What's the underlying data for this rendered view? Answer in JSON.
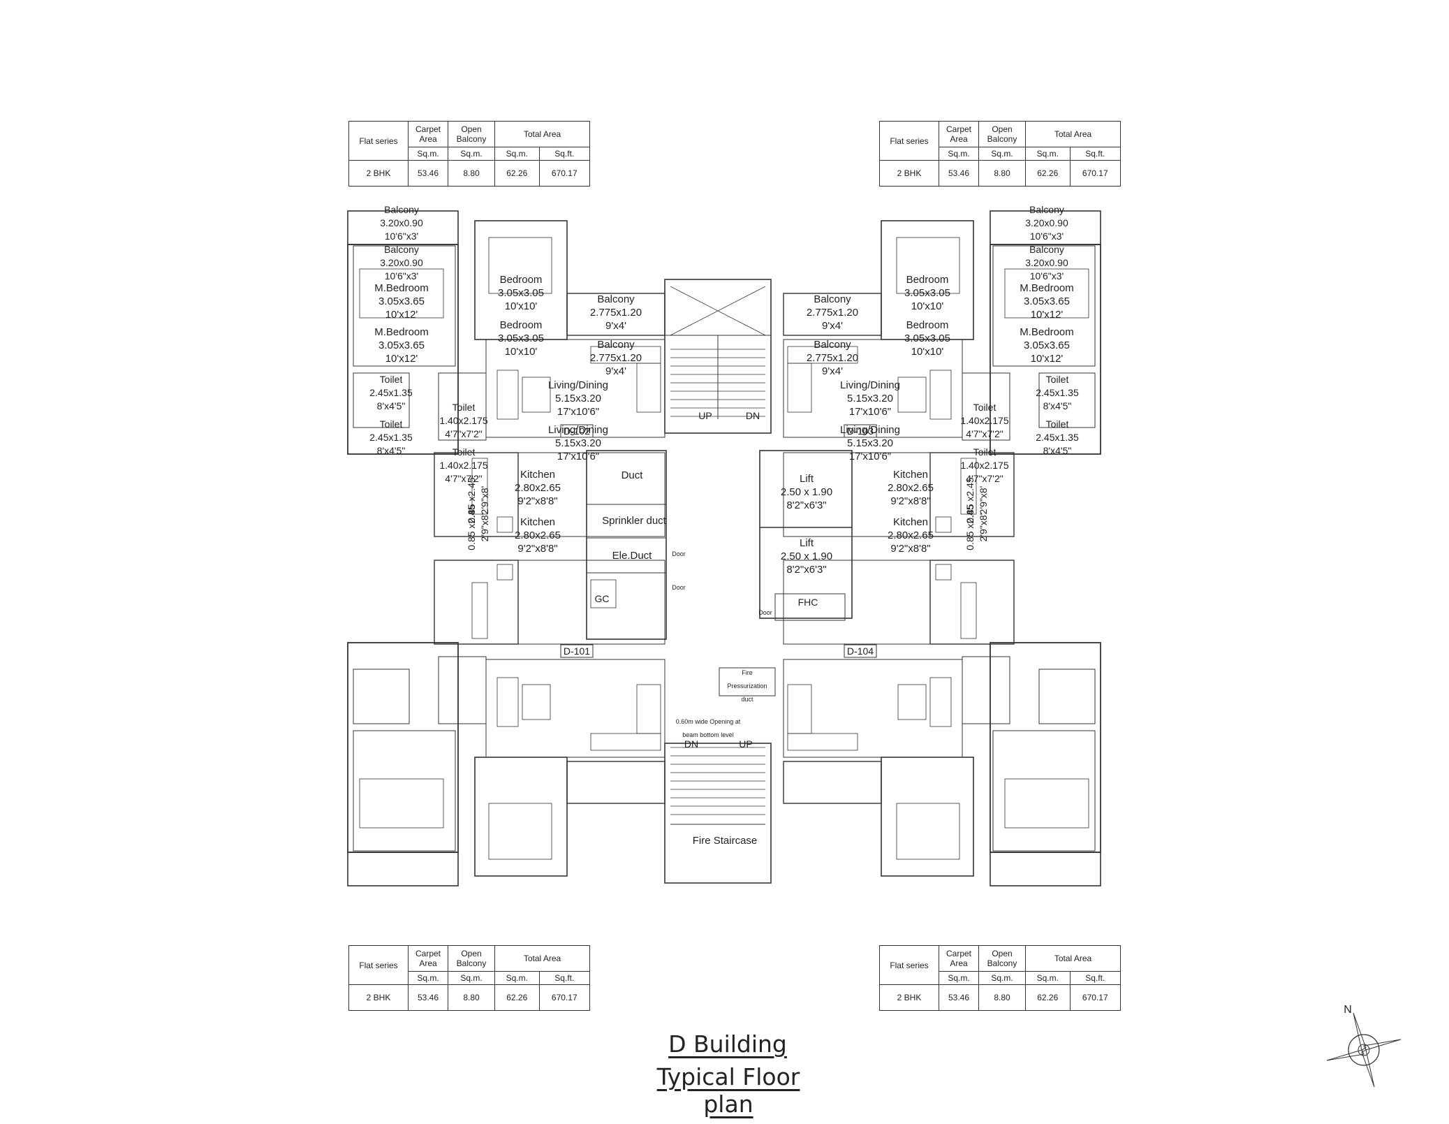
{
  "area_table": {
    "headers": {
      "flat_series": "Flat series",
      "carpet_area": "Carpet Area",
      "open_balcony": "Open Balcony",
      "total_area": "Total Area",
      "sqm": "Sq.m.",
      "sqft": "Sq.ft."
    },
    "row": {
      "type": "2 BHK",
      "carpet": "53.46",
      "balcony": "8.80",
      "total_sqm": "62.26",
      "total_sqft": "670.17"
    }
  },
  "title": {
    "line1": "D Building",
    "line2": "Typical Floor plan"
  },
  "compass": {
    "north": "N"
  },
  "flats": [
    {
      "id": "D-102",
      "corner": "top-left"
    },
    {
      "id": "D-103",
      "corner": "top-right"
    },
    {
      "id": "D-101",
      "corner": "bottom-left"
    },
    {
      "id": "D-104",
      "corner": "bottom-right"
    }
  ],
  "rooms": {
    "balcony_big": [
      "Balcony",
      "3.20x0.90",
      "10'6\"x3'"
    ],
    "master_bedroom": [
      "M.Bedroom",
      "3.05x3.65",
      "10'x12'"
    ],
    "bedroom": [
      "Bedroom",
      "3.05x3.05",
      "10'x10'"
    ],
    "balcony_small": [
      "Balcony",
      "2.775x1.20",
      "9'x4'"
    ],
    "living_dining": [
      "Living/Dining",
      "5.15x3.20",
      "17'x10'6\""
    ],
    "toilet_a": [
      "Toilet",
      "2.45x1.35",
      "8'x4'5\""
    ],
    "toilet_b": [
      "Toilet",
      "1.40x2.175",
      "4'7\"x7'2\""
    ],
    "kitchen": [
      "Kitchen",
      "2.80x2.65",
      "9'2\"x8'8\""
    ],
    "utility": [
      "0.85 x2.45",
      "2'9\"x8'"
    ],
    "lift": [
      "Lift",
      "2.50 x 1.90",
      "8'2\"x6'3\""
    ]
  },
  "core": {
    "duct": "Duct",
    "sprinkler_duct": "Sprinkler duct",
    "ele_duct": "Ele.Duct",
    "gc": "GC",
    "fhc": "FHC",
    "door": "Door",
    "fire_duct": [
      "Fire",
      "Pressurization",
      "duct"
    ],
    "opening_note": [
      "0.60m wide Opening at",
      "beam bottom level"
    ],
    "fire_staircase": "Fire Staircase",
    "up": "UP",
    "dn": "DN"
  }
}
